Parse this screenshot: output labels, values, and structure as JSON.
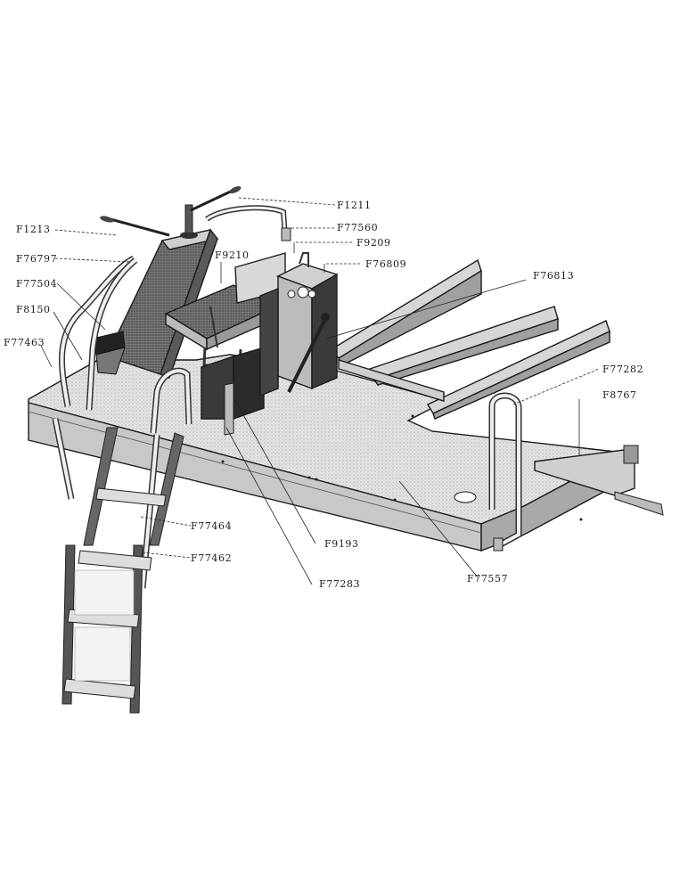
{
  "colors": {
    "background": "#ffffff",
    "ink": "#1b1b1b",
    "panel_light": "#e2e2e2",
    "panel_mid": "#bdbdbd",
    "panel_dark": "#3b3b3b"
  },
  "labels": {
    "F1211": "F1211",
    "F77560": "F77560",
    "F9209": "F9209",
    "F76809": "F76809",
    "F76813": "F76813",
    "F1213": "F1213",
    "F76797": "F76797",
    "F9210": "F9210",
    "F77504": "F77504",
    "F8150": "F8150",
    "F77463": "F77463",
    "F77282": "F77282",
    "F8767": "F8767",
    "F77464": "F77464",
    "F77462": "F77462",
    "F9193": "F9193",
    "F77283": "F77283",
    "F77557": "F77557"
  }
}
